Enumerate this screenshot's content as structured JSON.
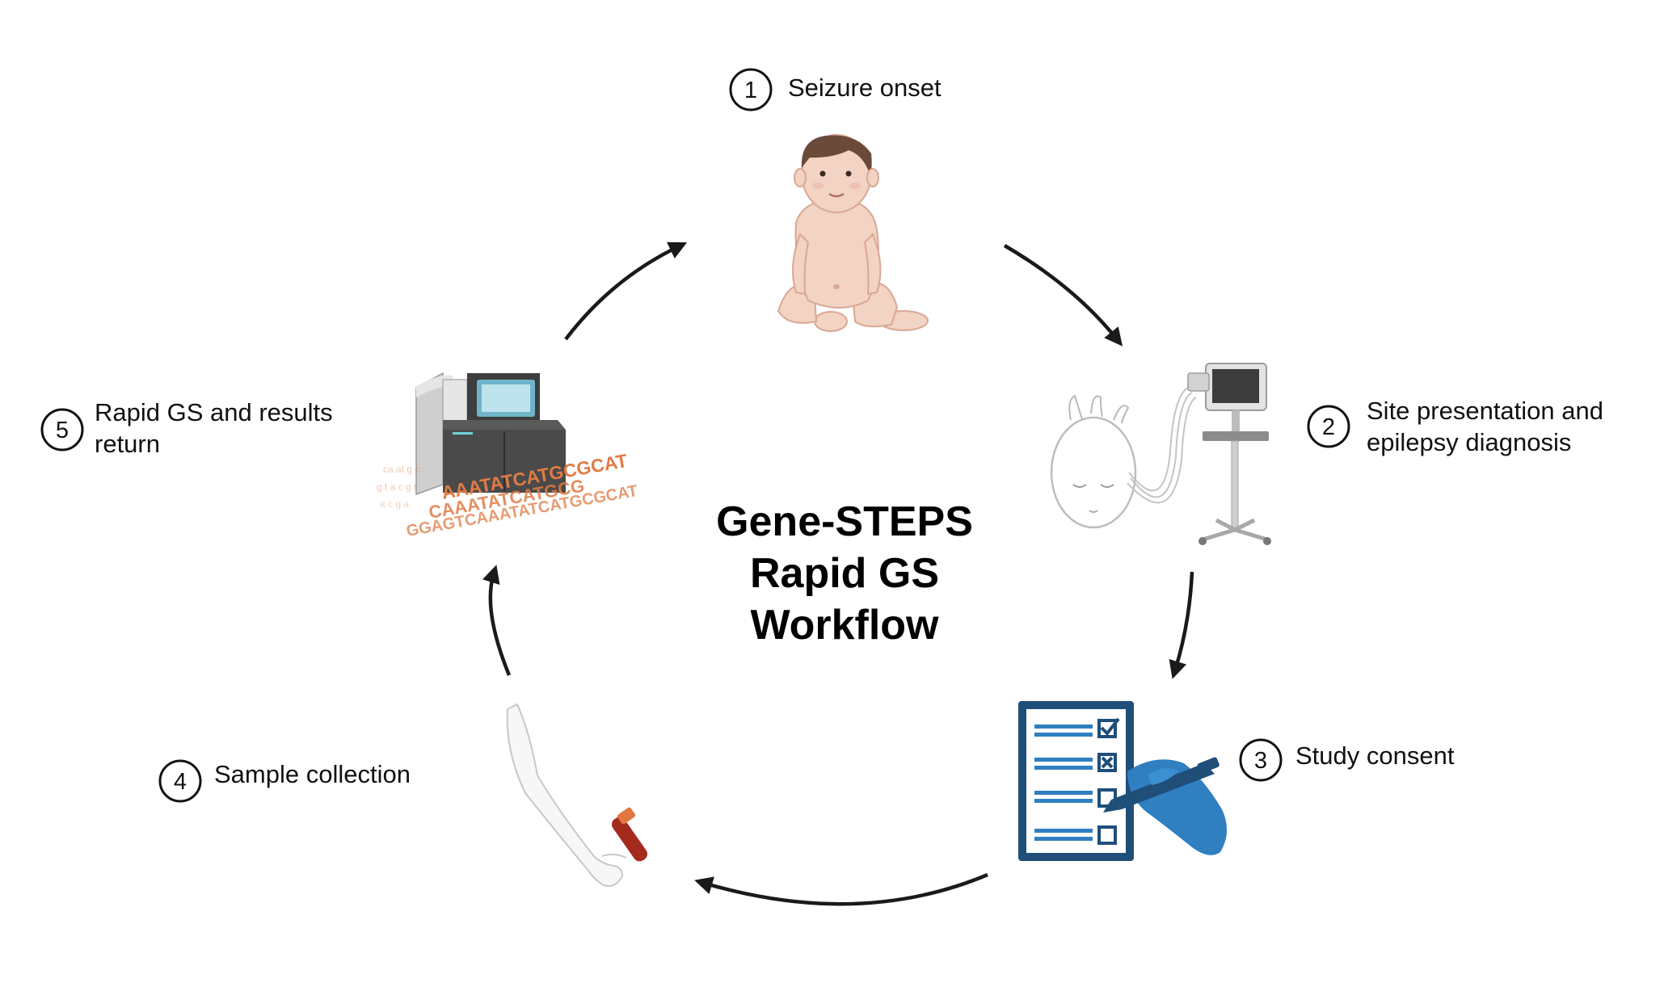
{
  "title": {
    "line1": "Gene-STEPS",
    "line2": "Rapid GS",
    "line3": "Workflow"
  },
  "steps": [
    {
      "number": "1",
      "label_line1": "Seizure onset",
      "label_line2": "",
      "icon": "infant-icon"
    },
    {
      "number": "2",
      "label_line1": "Site presentation and",
      "label_line2": "epilepsy diagnosis",
      "icon": "eeg-monitoring-icon"
    },
    {
      "number": "3",
      "label_line1": "Study consent",
      "label_line2": "",
      "icon": "consent-form-icon"
    },
    {
      "number": "4",
      "label_line1": "Sample collection",
      "label_line2": "",
      "icon": "blood-sample-icon"
    },
    {
      "number": "5",
      "label_line1": "Rapid GS and results",
      "label_line2": "return",
      "icon": "sequencer-icon"
    }
  ],
  "dna_text": {
    "line1": "AAATATCATGCGCAT",
    "line2": "CAAATATCATGCG",
    "line3": "GGAGTCAAATATCATGCGCAT"
  },
  "colors": {
    "arrow": "#1a1a1a",
    "consent_blue": "#2f7fc1",
    "consent_navy": "#1f4e79",
    "dna_orange": "#e07b45",
    "skin": "#f2d3c4",
    "tube_red": "#a52a1e"
  }
}
